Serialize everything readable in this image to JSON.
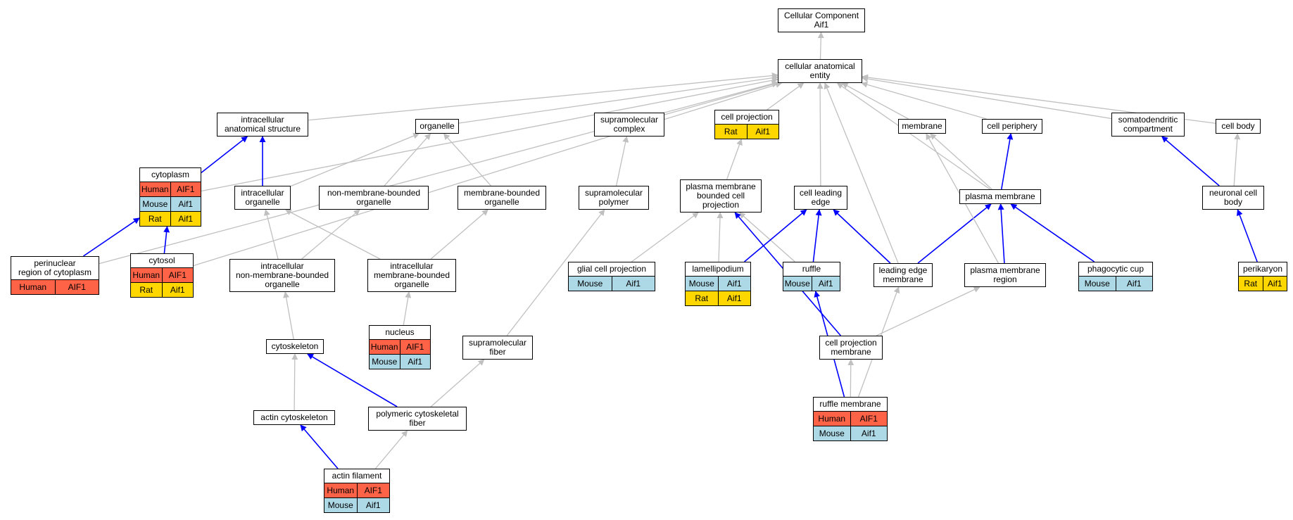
{
  "colors": {
    "is_a_edge": "#c0c0c0",
    "part_of_edge": "#0000ff",
    "human": "#ff6347",
    "mouse": "#add8e6",
    "rat": "#ffd700"
  },
  "nodes": {
    "root": {
      "lines": [
        "Cellular Component",
        "Aif1"
      ],
      "rows": []
    },
    "cae": {
      "lines": [
        "cellular anatomical",
        "entity"
      ],
      "rows": []
    },
    "ias": {
      "lines": [
        "intracellular",
        "anatomical structure"
      ],
      "rows": []
    },
    "organelle": {
      "lines": [
        "organelle"
      ],
      "rows": []
    },
    "suprcomplex": {
      "lines": [
        "supramolecular",
        "complex"
      ],
      "rows": []
    },
    "cellproj": {
      "lines": [
        "cell projection"
      ],
      "rows": [
        {
          "species": "Rat",
          "gene": "Aif1"
        }
      ]
    },
    "membrane": {
      "lines": [
        "membrane"
      ],
      "rows": []
    },
    "cellperiph": {
      "lines": [
        "cell periphery"
      ],
      "rows": []
    },
    "somato": {
      "lines": [
        "somatodendritic",
        "compartment"
      ],
      "rows": []
    },
    "cellbody": {
      "lines": [
        "cell body"
      ],
      "rows": []
    },
    "cytoplasm": {
      "lines": [
        "cytoplasm"
      ],
      "rows": [
        {
          "species": "Human",
          "gene": "AIF1"
        },
        {
          "species": "Mouse",
          "gene": "Aif1"
        },
        {
          "species": "Rat",
          "gene": "Aif1"
        }
      ]
    },
    "icorg": {
      "lines": [
        "intracellular",
        "organelle"
      ],
      "rows": []
    },
    "nmborg": {
      "lines": [
        "non-membrane-bounded",
        "organelle"
      ],
      "rows": []
    },
    "mborg": {
      "lines": [
        "membrane-bounded",
        "organelle"
      ],
      "rows": []
    },
    "suprpolymer": {
      "lines": [
        "supramolecular",
        "polymer"
      ],
      "rows": []
    },
    "pmbcp": {
      "lines": [
        "plasma membrane",
        "bounded cell",
        "projection"
      ],
      "rows": []
    },
    "cle": {
      "lines": [
        "cell leading",
        "edge"
      ],
      "rows": []
    },
    "pm": {
      "lines": [
        "plasma membrane"
      ],
      "rows": []
    },
    "nbody": {
      "lines": [
        "neuronal cell",
        "body"
      ],
      "rows": []
    },
    "perinuclear": {
      "lines": [
        "perinuclear",
        "region of cytoplasm"
      ],
      "rows": [
        {
          "species": "Human",
          "gene": "AIF1"
        }
      ]
    },
    "cytosol": {
      "lines": [
        "cytosol"
      ],
      "rows": [
        {
          "species": "Human",
          "gene": "AIF1"
        },
        {
          "species": "Rat",
          "gene": "Aif1"
        }
      ]
    },
    "icnmborg": {
      "lines": [
        "intracellular",
        "non-membrane-bounded",
        "organelle"
      ],
      "rows": []
    },
    "icmborg": {
      "lines": [
        "intracellular",
        "membrane-bounded",
        "organelle"
      ],
      "rows": []
    },
    "glial": {
      "lines": [
        "glial cell projection"
      ],
      "rows": [
        {
          "species": "Mouse",
          "gene": "Aif1"
        }
      ]
    },
    "lamelli": {
      "lines": [
        "lamellipodium"
      ],
      "rows": [
        {
          "species": "Mouse",
          "gene": "Aif1"
        },
        {
          "species": "Rat",
          "gene": "Aif1"
        }
      ]
    },
    "ruffle": {
      "lines": [
        "ruffle"
      ],
      "rows": [
        {
          "species": "Mouse",
          "gene": "Aif1"
        }
      ]
    },
    "lem": {
      "lines": [
        "leading edge",
        "membrane"
      ],
      "rows": []
    },
    "pmr": {
      "lines": [
        "plasma membrane",
        "region"
      ],
      "rows": []
    },
    "phago": {
      "lines": [
        "phagocytic cup"
      ],
      "rows": [
        {
          "species": "Mouse",
          "gene": "Aif1"
        }
      ]
    },
    "perikaryon": {
      "lines": [
        "perikaryon"
      ],
      "rows": [
        {
          "species": "Rat",
          "gene": "Aif1"
        }
      ]
    },
    "nucleus": {
      "lines": [
        "nucleus"
      ],
      "rows": [
        {
          "species": "Human",
          "gene": "AIF1"
        },
        {
          "species": "Mouse",
          "gene": "Aif1"
        }
      ]
    },
    "cytoskel": {
      "lines": [
        "cytoskeleton"
      ],
      "rows": []
    },
    "suprfiber": {
      "lines": [
        "supramolecular",
        "fiber"
      ],
      "rows": []
    },
    "cpm": {
      "lines": [
        "cell projection",
        "membrane"
      ],
      "rows": []
    },
    "actincyto": {
      "lines": [
        "actin cytoskeleton"
      ],
      "rows": []
    },
    "pcf": {
      "lines": [
        "polymeric cytoskeletal",
        "fiber"
      ],
      "rows": []
    },
    "rufflemem": {
      "lines": [
        "ruffle membrane"
      ],
      "rows": [
        {
          "species": "Human",
          "gene": "AIF1"
        },
        {
          "species": "Mouse",
          "gene": "Aif1"
        }
      ]
    },
    "actinfil": {
      "lines": [
        "actin filament"
      ],
      "rows": [
        {
          "species": "Human",
          "gene": "AIF1"
        },
        {
          "species": "Mouse",
          "gene": "Aif1"
        }
      ]
    }
  },
  "edges": [
    {
      "from": "cae",
      "to": "root",
      "kind": "is_a"
    },
    {
      "from": "ias",
      "to": "cae",
      "kind": "is_a"
    },
    {
      "from": "organelle",
      "to": "cae",
      "kind": "is_a"
    },
    {
      "from": "suprcomplex",
      "to": "cae",
      "kind": "is_a"
    },
    {
      "from": "cellproj",
      "to": "cae",
      "kind": "is_a"
    },
    {
      "from": "membrane",
      "to": "cae",
      "kind": "is_a"
    },
    {
      "from": "cellperiph",
      "to": "cae",
      "kind": "is_a"
    },
    {
      "from": "somato",
      "to": "cae",
      "kind": "is_a"
    },
    {
      "from": "cellbody",
      "to": "cae",
      "kind": "is_a"
    },
    {
      "from": "cytoplasm",
      "to": "cae",
      "kind": "is_a"
    },
    {
      "from": "cytosol",
      "to": "cae",
      "kind": "is_a"
    },
    {
      "from": "perinuclear",
      "to": "cae",
      "kind": "is_a"
    },
    {
      "from": "cle",
      "to": "cae",
      "kind": "is_a"
    },
    {
      "from": "lem",
      "to": "cae",
      "kind": "is_a"
    },
    {
      "from": "phago",
      "to": "cae",
      "kind": "is_a"
    },
    {
      "from": "cytoplasm",
      "to": "ias",
      "kind": "part_of"
    },
    {
      "from": "icorg",
      "to": "ias",
      "kind": "part_of"
    },
    {
      "from": "icorg",
      "to": "organelle",
      "kind": "is_a"
    },
    {
      "from": "nmborg",
      "to": "organelle",
      "kind": "is_a"
    },
    {
      "from": "mborg",
      "to": "organelle",
      "kind": "is_a"
    },
    {
      "from": "suprpolymer",
      "to": "suprcomplex",
      "kind": "is_a"
    },
    {
      "from": "pmbcp",
      "to": "cellproj",
      "kind": "is_a"
    },
    {
      "from": "pm",
      "to": "membrane",
      "kind": "is_a"
    },
    {
      "from": "pm",
      "to": "cellperiph",
      "kind": "part_of"
    },
    {
      "from": "nbody",
      "to": "somato",
      "kind": "part_of"
    },
    {
      "from": "nbody",
      "to": "cellbody",
      "kind": "is_a"
    },
    {
      "from": "perinuclear",
      "to": "cytoplasm",
      "kind": "part_of"
    },
    {
      "from": "cytosol",
      "to": "cytoplasm",
      "kind": "part_of"
    },
    {
      "from": "icnmborg",
      "to": "icorg",
      "kind": "is_a"
    },
    {
      "from": "icnmborg",
      "to": "nmborg",
      "kind": "is_a"
    },
    {
      "from": "icmborg",
      "to": "icorg",
      "kind": "is_a"
    },
    {
      "from": "icmborg",
      "to": "mborg",
      "kind": "is_a"
    },
    {
      "from": "nucleus",
      "to": "icmborg",
      "kind": "is_a"
    },
    {
      "from": "cytoskel",
      "to": "icnmborg",
      "kind": "is_a"
    },
    {
      "from": "actincyto",
      "to": "cytoskel",
      "kind": "is_a"
    },
    {
      "from": "pcf",
      "to": "cytoskel",
      "kind": "part_of"
    },
    {
      "from": "pcf",
      "to": "suprfiber",
      "kind": "is_a"
    },
    {
      "from": "suprfiber",
      "to": "suprpolymer",
      "kind": "is_a"
    },
    {
      "from": "actinfil",
      "to": "actincyto",
      "kind": "part_of"
    },
    {
      "from": "actinfil",
      "to": "pcf",
      "kind": "is_a"
    },
    {
      "from": "glial",
      "to": "pmbcp",
      "kind": "is_a"
    },
    {
      "from": "lamelli",
      "to": "pmbcp",
      "kind": "is_a"
    },
    {
      "from": "ruffle",
      "to": "pmbcp",
      "kind": "is_a"
    },
    {
      "from": "lamelli",
      "to": "cle",
      "kind": "part_of"
    },
    {
      "from": "ruffle",
      "to": "cle",
      "kind": "part_of"
    },
    {
      "from": "lem",
      "to": "cle",
      "kind": "part_of"
    },
    {
      "from": "lem",
      "to": "pm",
      "kind": "part_of"
    },
    {
      "from": "pmr",
      "to": "pm",
      "kind": "part_of"
    },
    {
      "from": "phago",
      "to": "pm",
      "kind": "part_of"
    },
    {
      "from": "pmr",
      "to": "membrane",
      "kind": "is_a"
    },
    {
      "from": "perikaryon",
      "to": "nbody",
      "kind": "part_of"
    },
    {
      "from": "cpm",
      "to": "pmr",
      "kind": "is_a"
    },
    {
      "from": "cpm",
      "to": "pmbcp",
      "kind": "part_of"
    },
    {
      "from": "rufflemem",
      "to": "cpm",
      "kind": "is_a"
    },
    {
      "from": "rufflemem",
      "to": "ruffle",
      "kind": "part_of"
    },
    {
      "from": "rufflemem",
      "to": "lem",
      "kind": "is_a"
    }
  ]
}
